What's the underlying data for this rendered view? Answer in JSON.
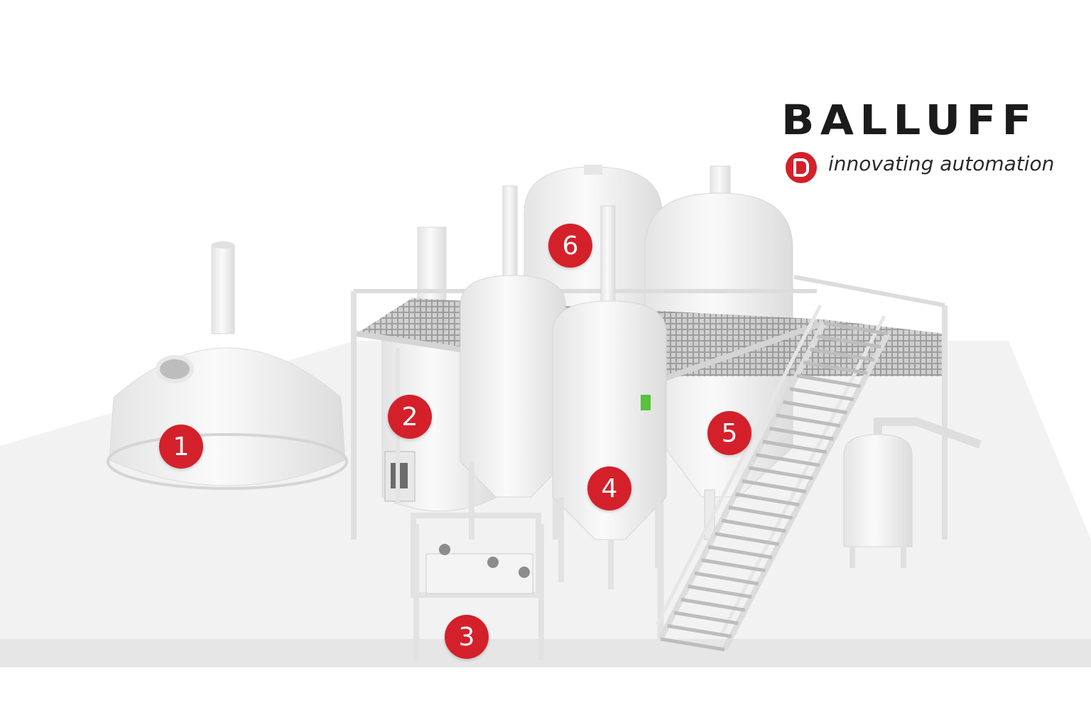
{
  "brand": {
    "name": "BALLUFF",
    "tagline": "innovating automation",
    "accent_color": "#d4202a"
  },
  "markers": [
    {
      "label": "1",
      "component": "brewing-kettle"
    },
    {
      "label": "2",
      "component": "tank-with-control-panel"
    },
    {
      "label": "3",
      "component": "pipe-manifold"
    },
    {
      "label": "4",
      "component": "conical-fermenter"
    },
    {
      "label": "5",
      "component": "large-conical-tank"
    },
    {
      "label": "6",
      "component": "storage-tank"
    }
  ]
}
